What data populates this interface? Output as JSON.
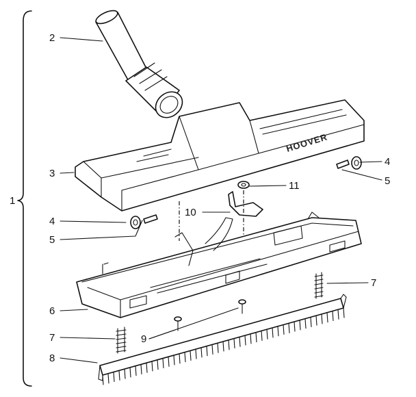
{
  "diagram": {
    "brand_text": "HOOVER",
    "callouts": [
      {
        "id": "c1",
        "text": "1"
      },
      {
        "id": "c2",
        "text": "2"
      },
      {
        "id": "c3",
        "text": "3"
      },
      {
        "id": "c4a",
        "text": "4"
      },
      {
        "id": "c4b",
        "text": "4"
      },
      {
        "id": "c5a",
        "text": "5"
      },
      {
        "id": "c5b",
        "text": "5"
      },
      {
        "id": "c6",
        "text": "6"
      },
      {
        "id": "c7a",
        "text": "7"
      },
      {
        "id": "c7b",
        "text": "7"
      },
      {
        "id": "c8",
        "text": "8"
      },
      {
        "id": "c9",
        "text": "9"
      },
      {
        "id": "c10",
        "text": "10"
      },
      {
        "id": "c11",
        "text": "11"
      }
    ]
  }
}
